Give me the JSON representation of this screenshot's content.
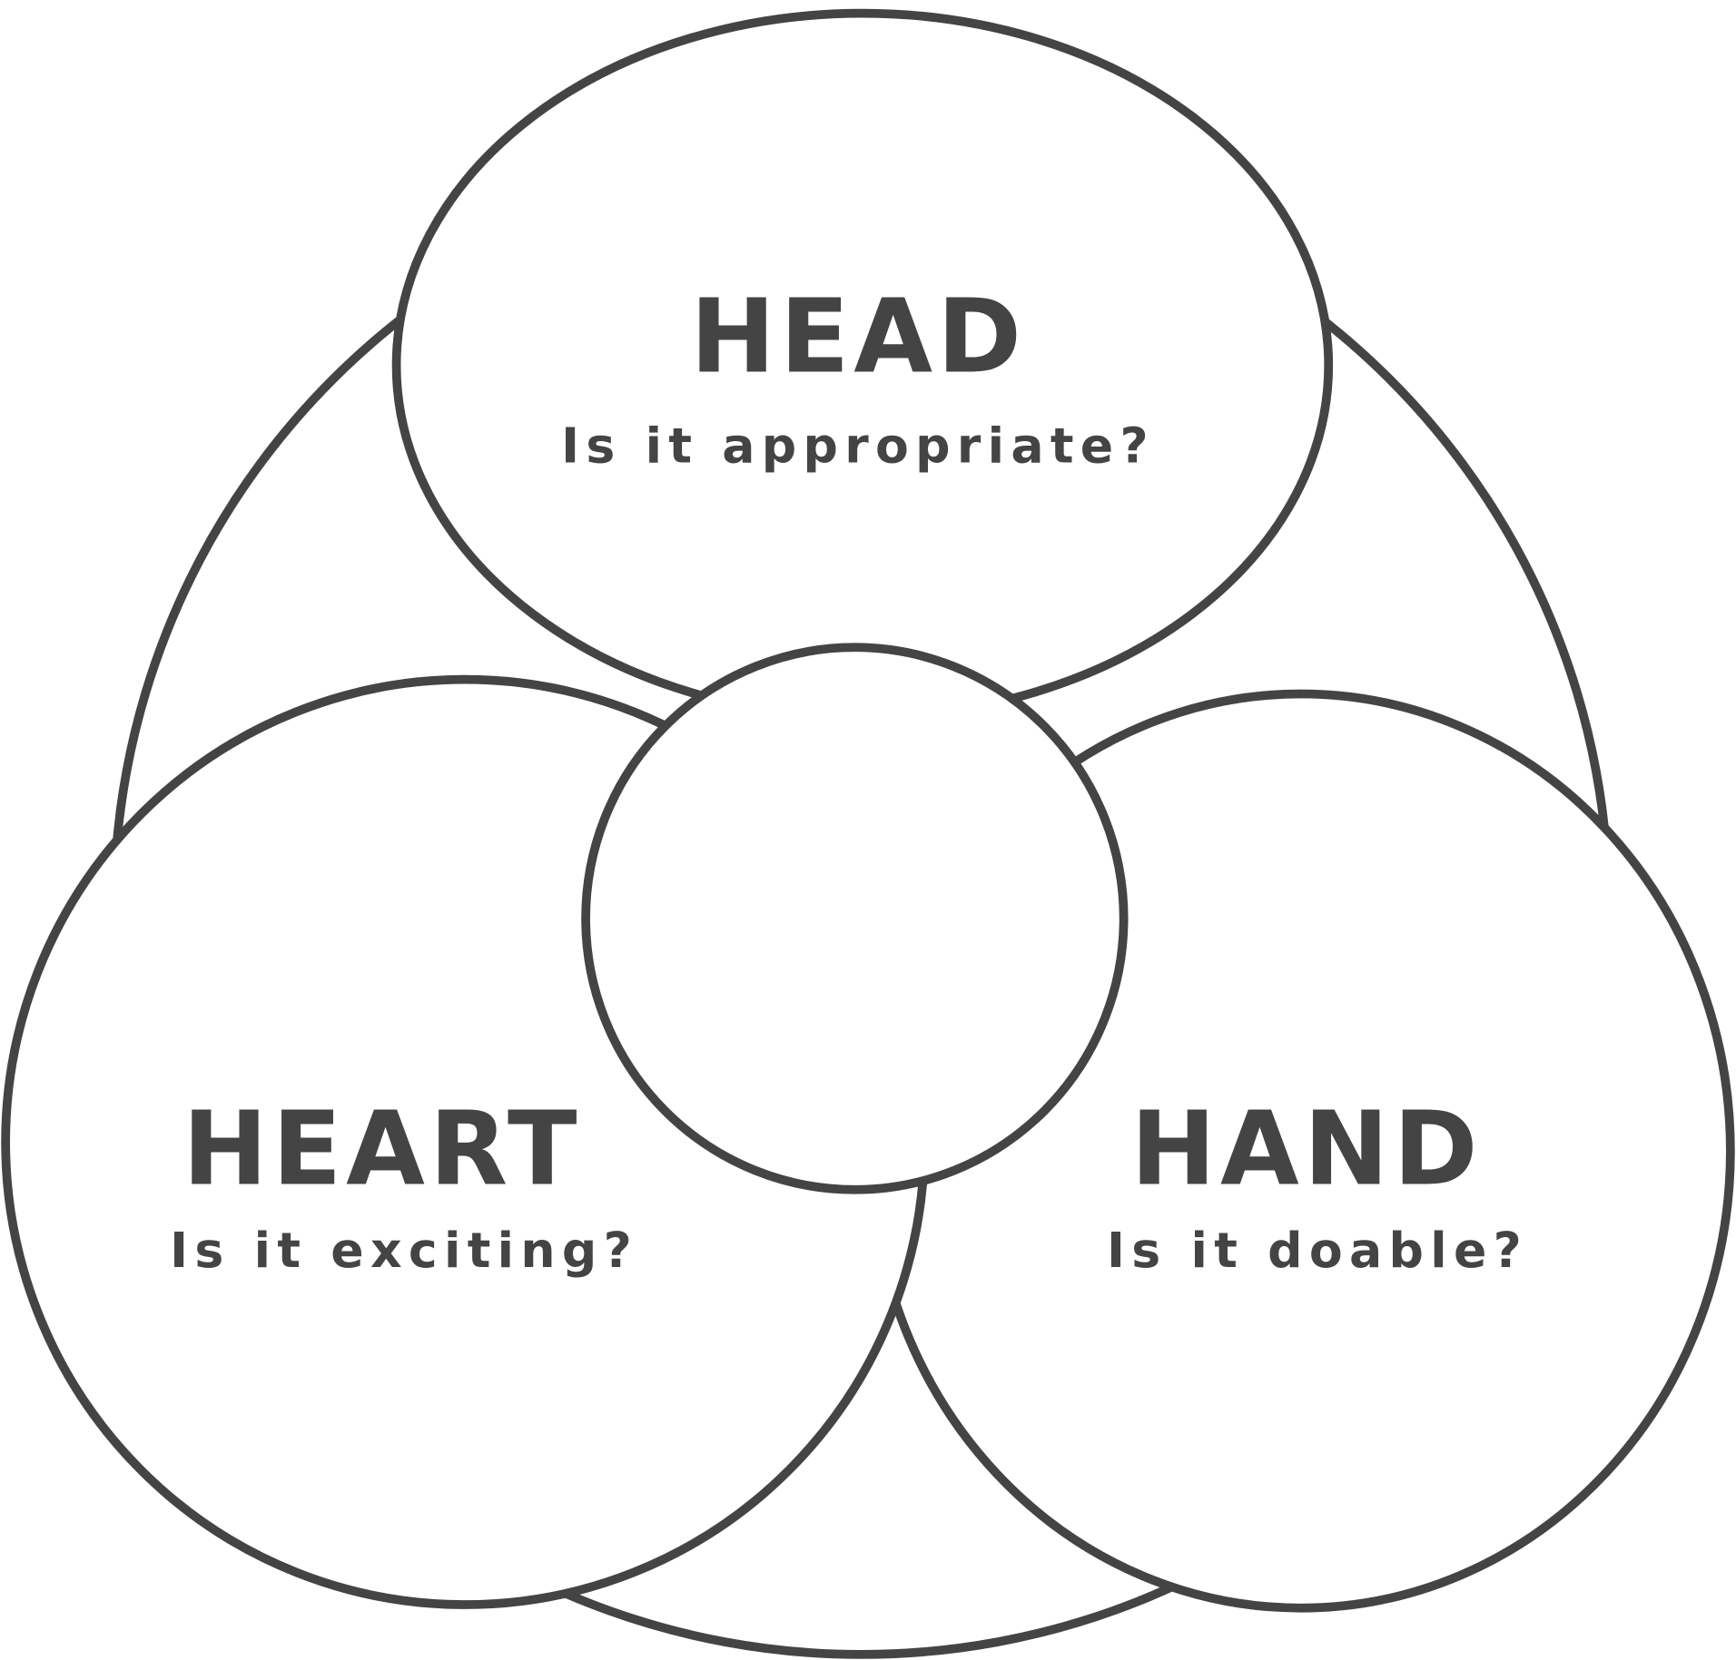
{
  "diagram": {
    "stroke_color": "#444444",
    "background": "#ffffff",
    "circles": [
      {
        "id": "head",
        "title": "HEAD",
        "question": "Is it appropriate?"
      },
      {
        "id": "heart",
        "title": "HEART",
        "question": "Is it exciting?"
      },
      {
        "id": "hand",
        "title": "HAND",
        "question": "Is it doable?"
      }
    ]
  }
}
